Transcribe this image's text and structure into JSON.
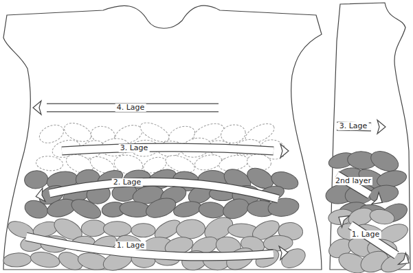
{
  "diagram": {
    "labels": [
      "4. Lage",
      "3. Lage",
      "2. Lage",
      "1. Lage",
      "3. Lage",
      "2nd layer",
      "1. Lage"
    ]
  }
}
